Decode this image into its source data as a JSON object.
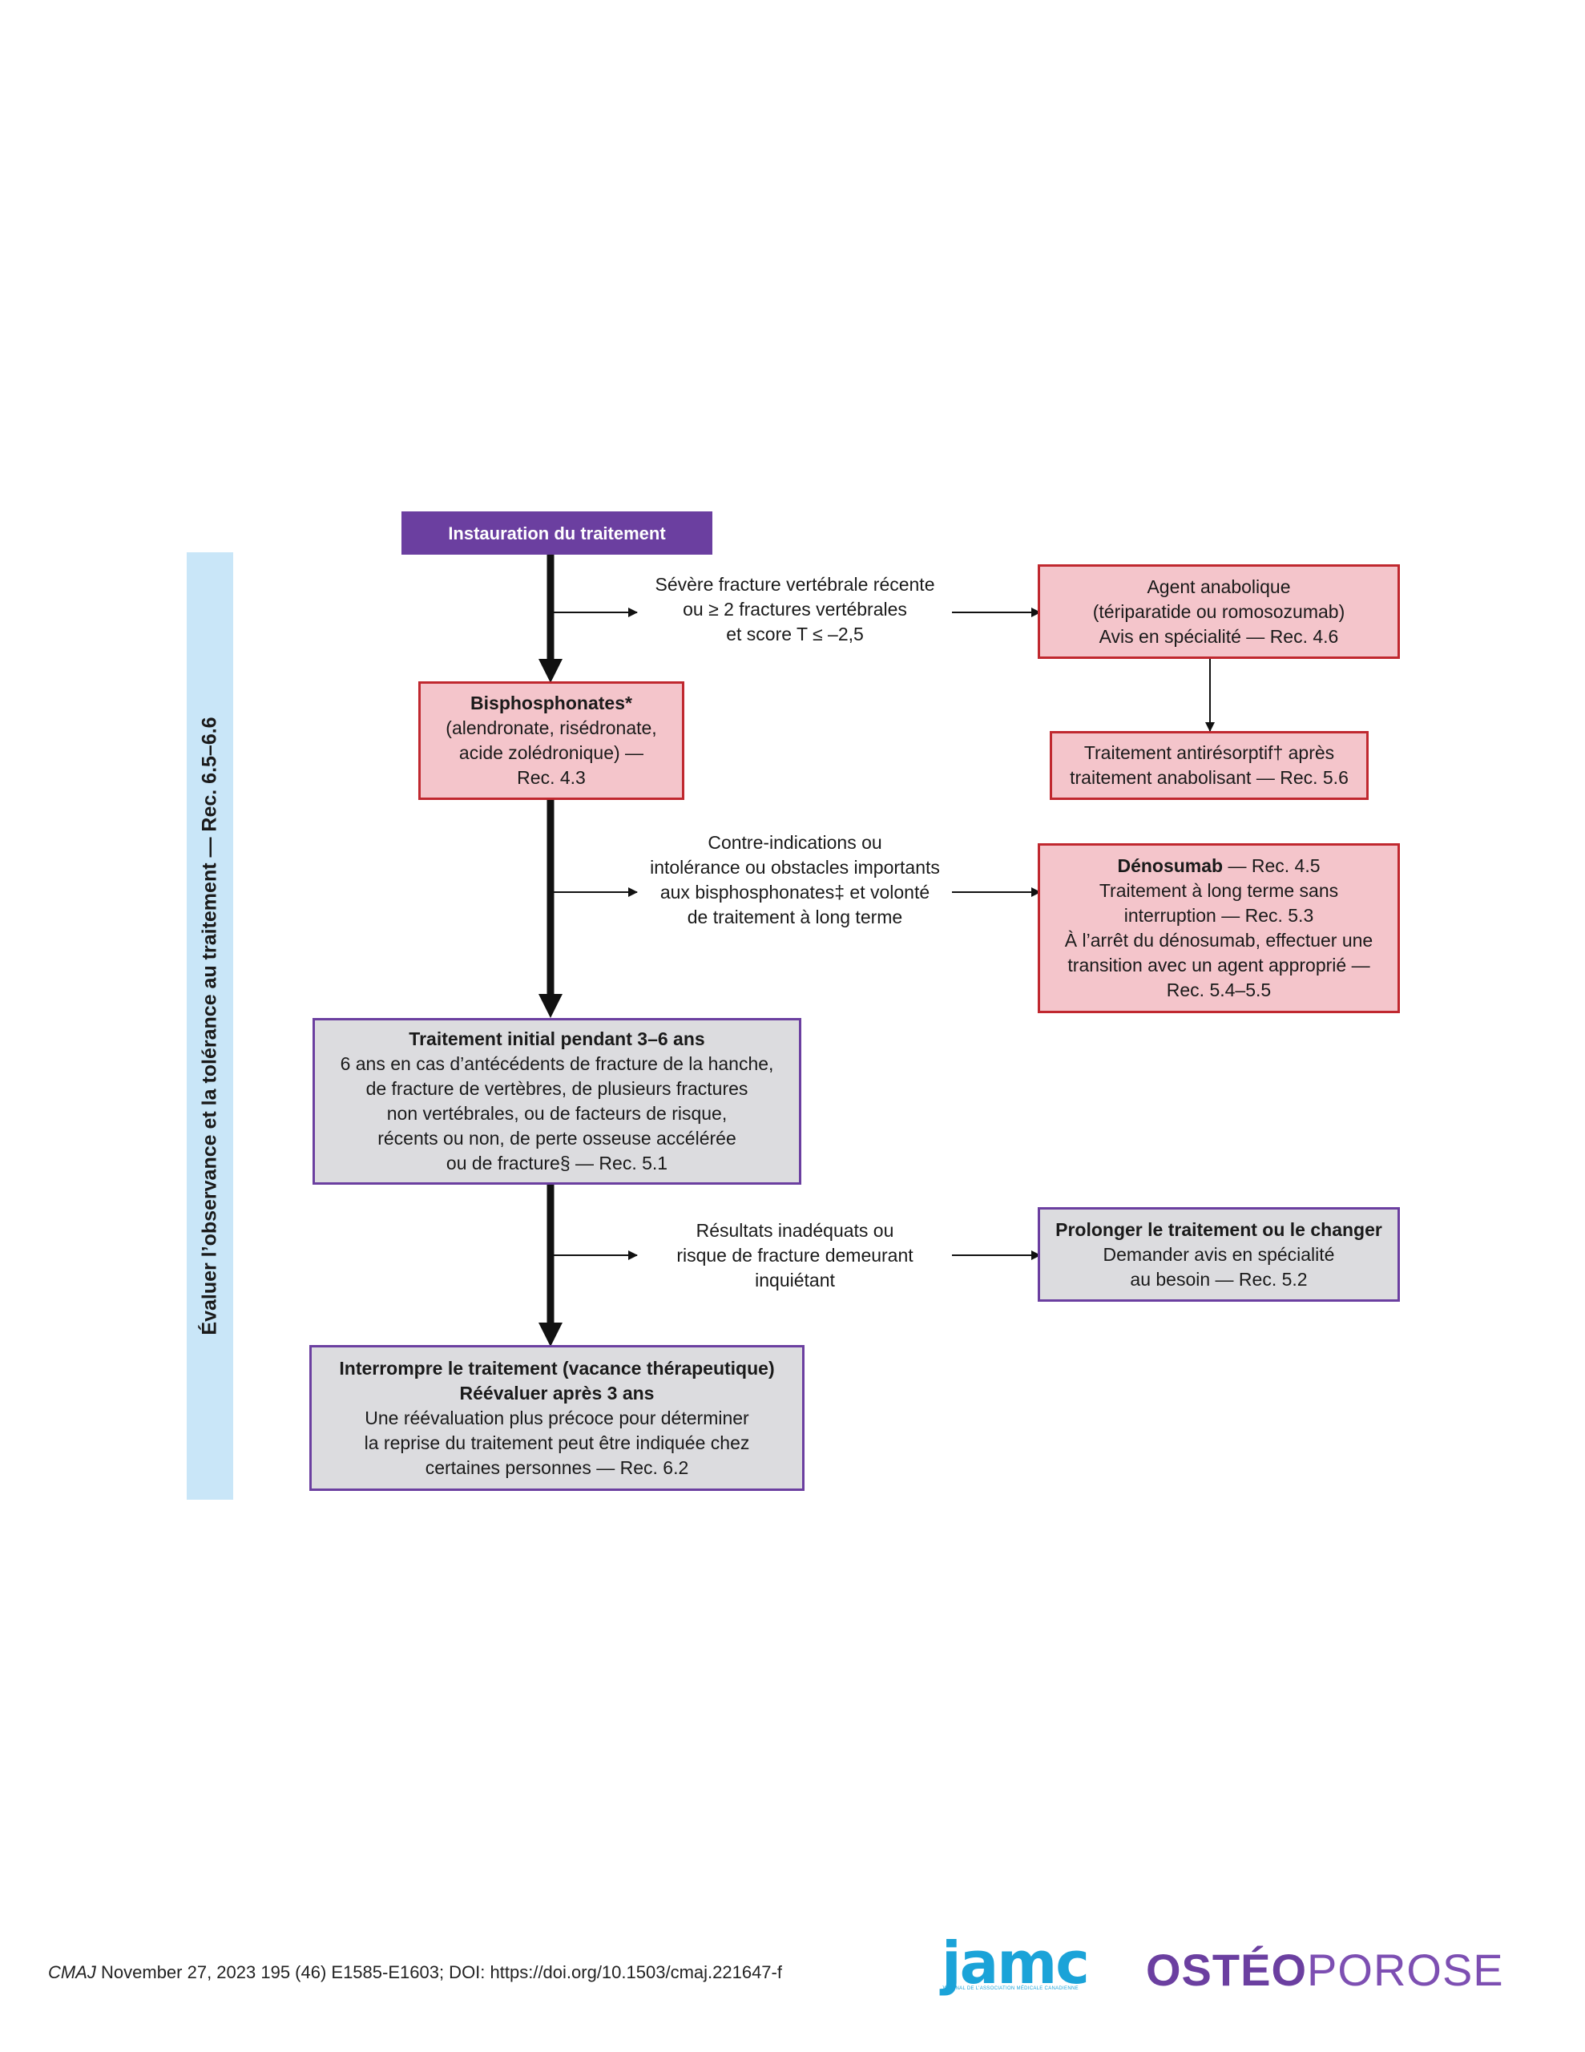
{
  "start": {
    "label": "Instauration du traitement"
  },
  "sidebar": {
    "label": "Évaluer l’observance et la tolérance au traitement — Rec. 6.5–6.6"
  },
  "condition1": {
    "lines": [
      "Sévère fracture vertébrale récente",
      "ou ≥ 2 fractures vertébrales",
      "et score T ≤ –2,5"
    ]
  },
  "anabolic": {
    "lines": [
      "Agent anabolique",
      "(tériparatide ou romosozumab)",
      "Avis en spécialité — Rec. 4.6"
    ]
  },
  "antiresorptive": {
    "lines": [
      "Traitement antirésorptif† après",
      "traitement anabolisant — Rec. 5.6"
    ]
  },
  "bisphosphonates": {
    "title": "Bisphosphonates*",
    "lines": [
      "(alendronate, risédronate,",
      "acide zolédronique) —",
      "Rec. 4.3"
    ]
  },
  "condition2": {
    "lines": [
      "Contre-indications ou",
      "intolérance ou obstacles importants",
      "aux bisphosphonates‡ et volonté",
      "de traitement à long terme"
    ]
  },
  "denosumab": {
    "title": "Dénosumab",
    "title_suffix": " — Rec. 4.5",
    "lines": [
      "Traitement à long terme sans",
      "interruption — Rec. 5.3",
      "À l’arrêt du dénosumab, effectuer une",
      "transition avec un agent approprié —",
      "Rec. 5.4–5.5"
    ]
  },
  "initial": {
    "title": "Traitement initial pendant 3–6 ans",
    "lines": [
      "6 ans en cas d’antécédents de fracture de la hanche,",
      "de fracture de vertèbres, de plusieurs fractures",
      "non vertébrales, ou de facteurs de risque,",
      "récents ou non, de perte osseuse accélérée",
      "ou de fracture§ — Rec. 5.1"
    ]
  },
  "condition3": {
    "lines": [
      "Résultats inadéquats ou",
      "risque de fracture demeurant",
      "inquiétant"
    ]
  },
  "prolong": {
    "title": "Prolonger le traitement ou le changer",
    "lines": [
      "Demander avis en spécialité",
      "au besoin — Rec. 5.2"
    ]
  },
  "holiday": {
    "title_lines": [
      "Interrompre le traitement (vacance thérapeutique)",
      "Réévaluer après 3 ans"
    ],
    "lines": [
      "Une réévaluation plus précoce pour déterminer",
      "la reprise du traitement peut être indiquée chez",
      "certaines personnes — Rec. 6.2"
    ]
  },
  "footer": {
    "journal": "CMAJ",
    "citation": " November 27, 2023 195 (46) E1585-E1603; DOI: https://doi.org/10.1503/cmaj.221647-f"
  },
  "logos": {
    "jamc": "jamc",
    "jamc_sub": "JOURNAL DE L’ASSOCIATION MÉDICALE CANADIENNE",
    "osteo_bold": "OSTÉO",
    "osteo_light": "POROSE"
  },
  "colors": {
    "purple": "#6b3fa0",
    "red_border": "#c0282f",
    "red_fill": "#f4c5cb",
    "grey_fill": "#dcdcdf",
    "sidebar": "#c9e6f8",
    "jamc_blue": "#1ba3d8"
  }
}
